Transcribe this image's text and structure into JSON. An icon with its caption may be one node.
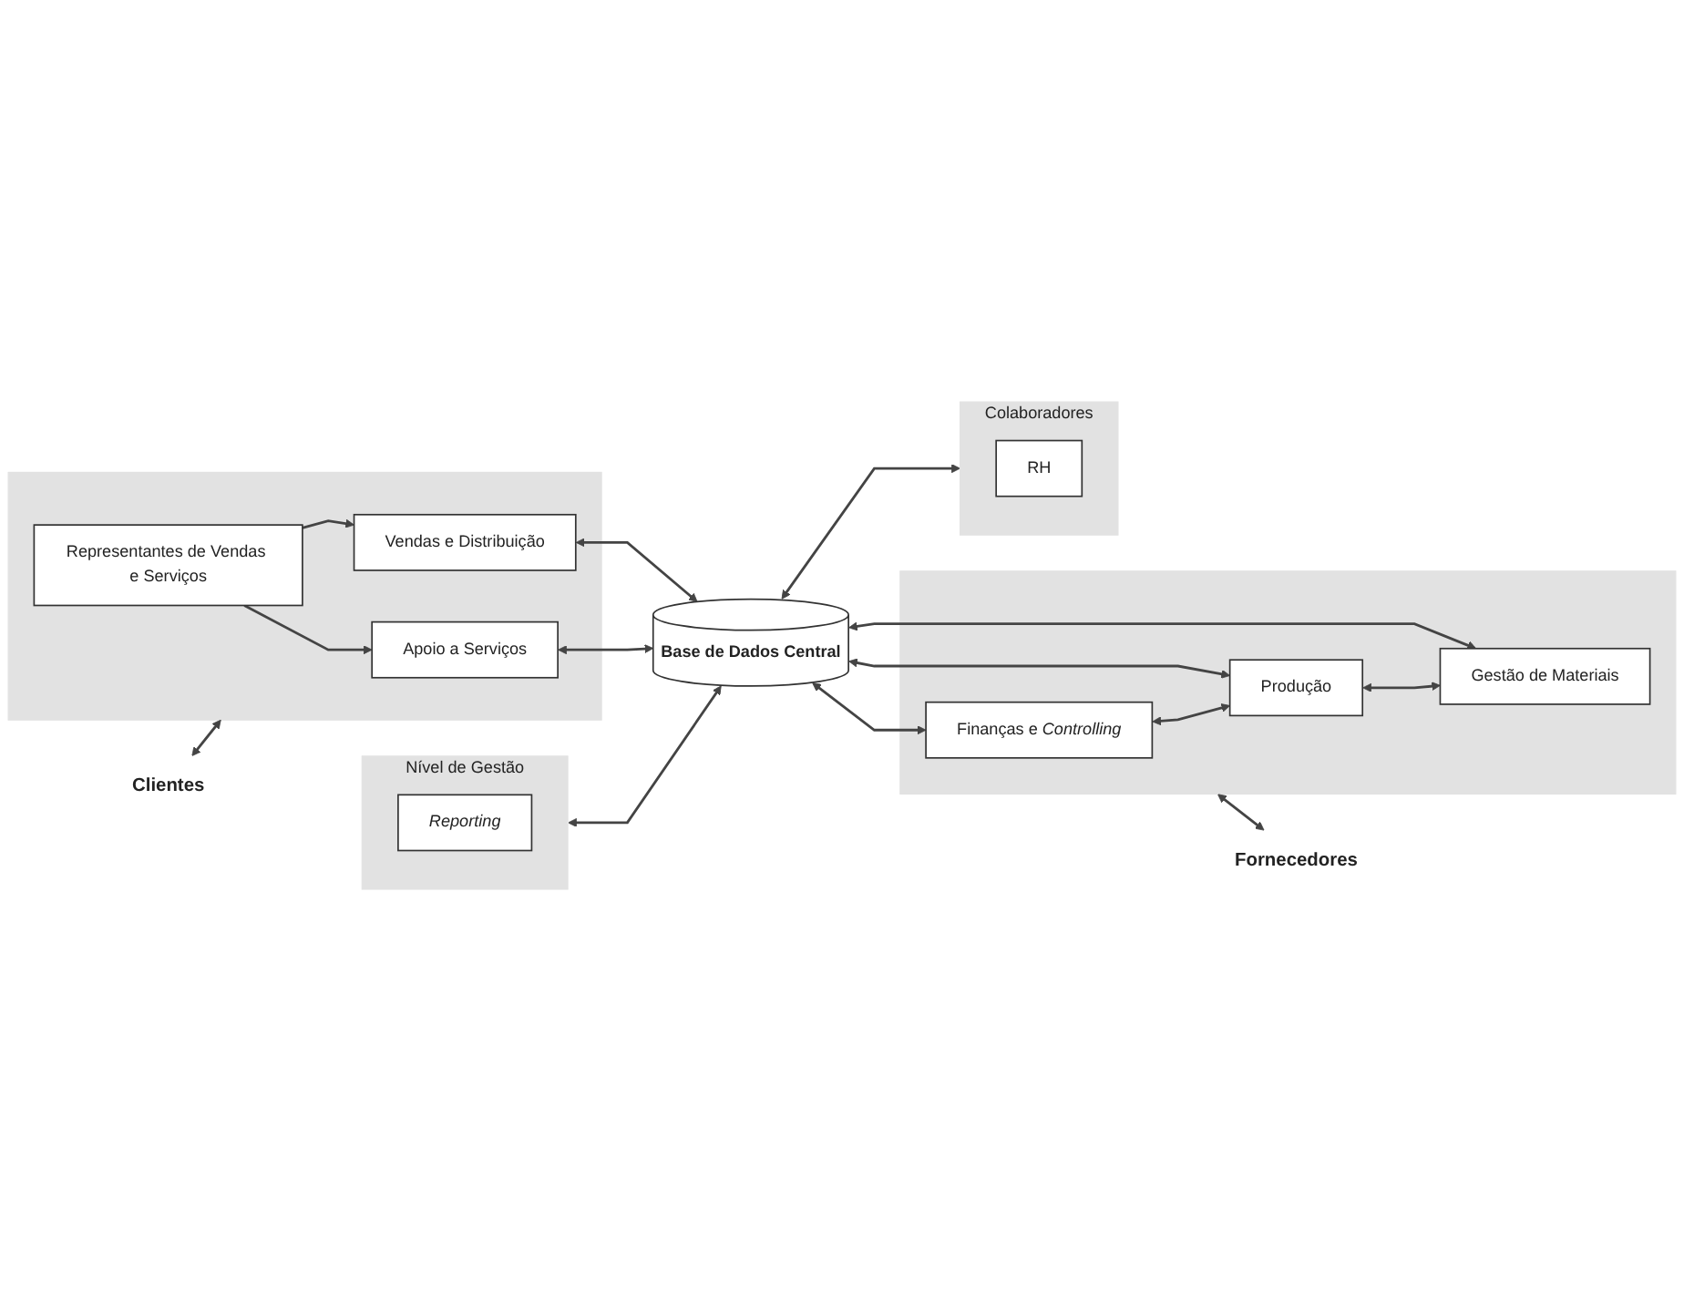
{
  "diagram": {
    "nodes": [
      {
        "text": [
          "Nível de Gestão"
        ]
      },
      {
        "text": [
          "Reporting"
        ],
        "in": 0
      },
      {
        "text": [],
        "shape": "box"
      },
      {
        "text": [
          "Vendas e Distribuição"
        ],
        "in": 2
      },
      {
        "text": [
          "Representantes de Vendas e Serviços"
        ],
        "in": 2
      },
      {
        "text": [
          "Apoio a Serviços"
        ],
        "in": 2
      },
      {
        "text": [
          "Clientes"
        ]
      },
      {
        "text": [
          "Base de Dados Central"
        ]
      },
      {
        "text": [],
        "shape": "box"
      },
      {
        "text": [
          "Finanças e *Controlling*"
        ],
        "in": 8
      },
      {
        "text": [
          "Produção"
        ],
        "in": 8
      },
      {
        "text": [
          "Gestão de Materiais"
        ],
        "in": 8
      },
      {
        "text": [
          "Fornecedores"
        ]
      },
      {
        "text": [
          "Colaboradores"
        ]
      },
      {
        "text": [
          "RH"
        ],
        "in": 13
      }
    ],
    "edges": [
      {
        "from": 6,
        "to": 2,
        "arrow": "both"
      },
      {
        "from": 4,
        "to": 3,
        "arrow": "to"
      },
      {
        "from": 4,
        "to": 5,
        "arrow": "to"
      },
      {
        "from": 0,
        "to": 7,
        "arrow": "both"
      },
      {
        "from": 3,
        "to": 7,
        "arrow": "both"
      },
      {
        "from": 5,
        "to": 7,
        "arrow": "both"
      },
      {
        "from": 7,
        "to": 13,
        "arrow": "both"
      },
      {
        "from": 7,
        "to": 9,
        "arrow": "both"
      },
      {
        "from": 7,
        "to": 10,
        "arrow": "both"
      },
      {
        "from": 7,
        "to": 11,
        "arrow": "both"
      },
      {
        "from": 9,
        "to": 10,
        "arrow": "both"
      },
      {
        "from": 10,
        "to": 11,
        "arrow": "both"
      },
      {
        "from": 8,
        "to": 12,
        "arrow": "both"
      }
    ]
  }
}
